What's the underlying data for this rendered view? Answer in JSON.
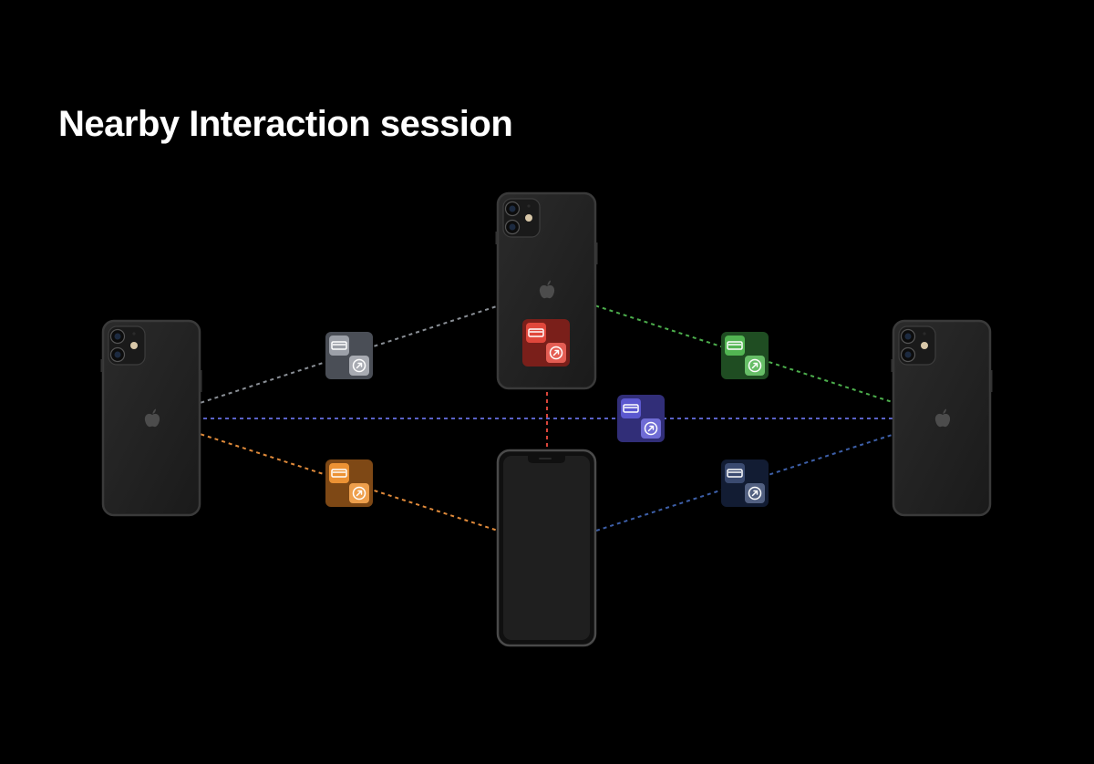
{
  "title": "Nearby Interaction session",
  "colors": {
    "background": "#000000",
    "title_text": "#ffffff",
    "phone_body": "#1f1f1f",
    "phone_frame": "#3a3a3a"
  },
  "devices": [
    {
      "id": "left-phone",
      "kind": "phone-back",
      "icon": "apple-logo-icon"
    },
    {
      "id": "top-phone",
      "kind": "phone-back",
      "icon": "apple-logo-icon"
    },
    {
      "id": "right-phone",
      "kind": "phone-back",
      "icon": "apple-logo-icon"
    },
    {
      "id": "bottom-phone",
      "kind": "phone-front",
      "icon": "notch"
    }
  ],
  "links": [
    {
      "id": "left-top",
      "from": "left-phone",
      "to": "top-phone",
      "color": "#8a8f96"
    },
    {
      "id": "left-right",
      "from": "left-phone",
      "to": "right-phone",
      "color": "#5a62c8"
    },
    {
      "id": "left-bottom",
      "from": "left-phone",
      "to": "bottom-phone",
      "color": "#e08a3a"
    },
    {
      "id": "top-right",
      "from": "top-phone",
      "to": "right-phone",
      "color": "#4cae4c"
    },
    {
      "id": "top-bottom",
      "from": "top-phone",
      "to": "bottom-phone",
      "color": "#d9453a"
    },
    {
      "id": "bottom-right",
      "from": "bottom-phone",
      "to": "right-phone",
      "color": "#3d5fa8"
    }
  ],
  "session_badges": [
    {
      "id": "left-top",
      "icon": "session-token-icon",
      "color": "#4a4e56",
      "chip_color": "#9ca0a8"
    },
    {
      "id": "top-bottom",
      "icon": "session-token-icon",
      "color": "#7a1f1a",
      "chip_color": "#e0473c"
    },
    {
      "id": "top-right",
      "icon": "session-token-icon",
      "color": "#1f4d22",
      "chip_color": "#52b552"
    },
    {
      "id": "left-right",
      "icon": "session-token-icon",
      "color": "#312e78",
      "chip_color": "#5b58cf"
    },
    {
      "id": "left-bottom",
      "icon": "session-token-icon",
      "color": "#7e4815",
      "chip_color": "#ec9234"
    },
    {
      "id": "bottom-right",
      "icon": "session-token-icon",
      "color": "#121c33",
      "chip_color": "#3a4a70"
    }
  ]
}
